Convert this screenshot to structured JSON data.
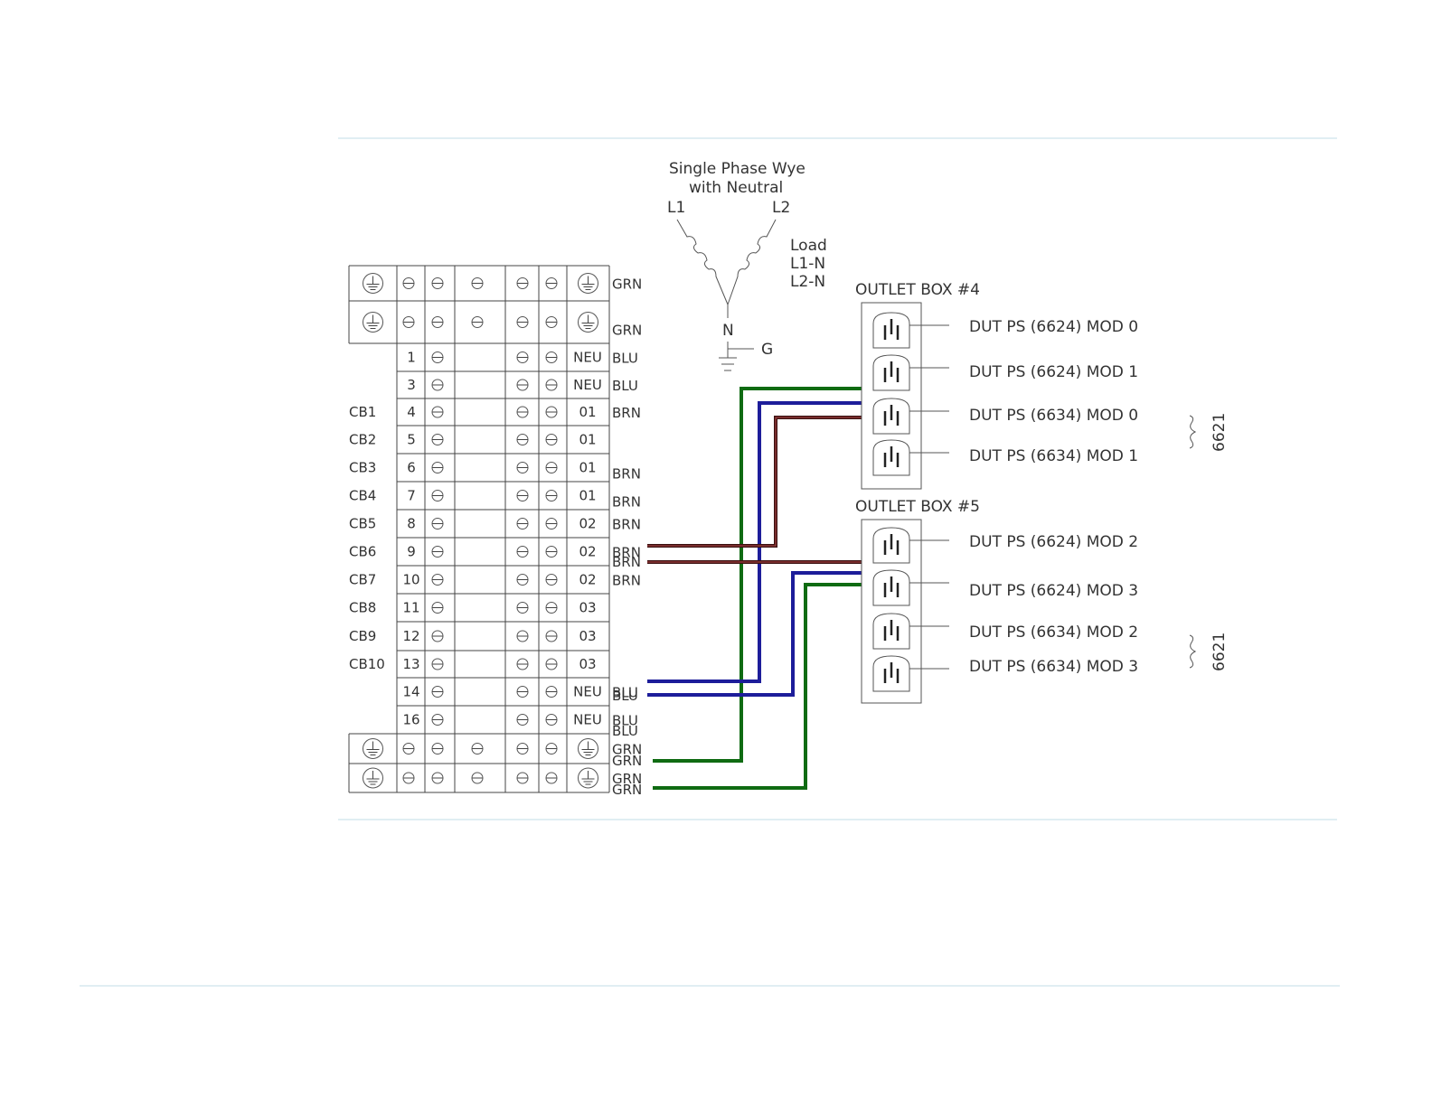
{
  "colors": {
    "wire_green": "#0f6b12",
    "wire_blue": "#1d1d9a",
    "wire_brown": "#3a1010",
    "wire_brown_inner": "#b54a4a",
    "line": "#444444",
    "rule": "#cde3ec"
  },
  "wye": {
    "title_line1": "Single Phase Wye",
    "title_line2": "with Neutral",
    "l1": "L1",
    "l2": "L2",
    "n": "N",
    "g": "G",
    "load_label": "Load",
    "load_l1n": "L1-N",
    "load_l2n": "L2-N"
  },
  "terminal_block": {
    "rows": [
      {
        "cb": "",
        "num": "",
        "last": "ground",
        "wire": "GRN",
        "type": "ground"
      },
      {
        "cb": "",
        "num": "",
        "last": "ground",
        "wire": "GRN",
        "type": "ground"
      },
      {
        "cb": "",
        "num": "1",
        "last": "NEU",
        "wire": "BLU",
        "type": "numbered"
      },
      {
        "cb": "",
        "num": "3",
        "last": "NEU",
        "wire": "BLU",
        "type": "numbered"
      },
      {
        "cb": "CB1",
        "num": "4",
        "last": "01",
        "wire": "BRN",
        "type": "numbered"
      },
      {
        "cb": "CB2",
        "num": "5",
        "last": "01",
        "wire": "",
        "type": "numbered"
      },
      {
        "cb": "CB3",
        "num": "6",
        "last": "01",
        "wire": "BRN",
        "type": "numbered"
      },
      {
        "cb": "CB4",
        "num": "7",
        "last": "01",
        "wire": "BRN",
        "type": "numbered"
      },
      {
        "cb": "CB5",
        "num": "8",
        "last": "02",
        "wire": "BRN",
        "type": "numbered"
      },
      {
        "cb": "CB6",
        "num": "9",
        "last": "02",
        "wire": "BRN",
        "type": "numbered"
      },
      {
        "cb": "CB7",
        "num": "10",
        "last": "02",
        "wire": "BRN",
        "type": "numbered"
      },
      {
        "cb": "CB8",
        "num": "11",
        "last": "03",
        "wire": "",
        "type": "numbered"
      },
      {
        "cb": "CB9",
        "num": "12",
        "last": "03",
        "wire": "",
        "type": "numbered"
      },
      {
        "cb": "CB10",
        "num": "13",
        "last": "03",
        "wire": "",
        "type": "numbered"
      },
      {
        "cb": "",
        "num": "14",
        "last": "NEU",
        "wire": "BLU",
        "type": "numbered"
      },
      {
        "cb": "",
        "num": "16",
        "last": "NEU",
        "wire": "BLU",
        "type": "numbered"
      },
      {
        "cb": "",
        "num": "",
        "last": "ground",
        "wire": "GRN",
        "type": "ground"
      },
      {
        "cb": "",
        "num": "",
        "last": "ground",
        "wire": "GRN",
        "type": "ground"
      }
    ],
    "extra_wire_labels": [
      "BRN",
      "BLU",
      "BLU",
      "GRN",
      "GRN"
    ]
  },
  "outlet_box_4": {
    "title": "OUTLET BOX #4",
    "outlets": [
      "DUT PS (6624) MOD 0",
      "DUT PS (6624) MOD 1",
      "DUT PS (6634) MOD 0",
      "DUT PS  (6634) MOD 1"
    ],
    "group_label": "6621"
  },
  "outlet_box_5": {
    "title": "OUTLET BOX #5",
    "outlets": [
      "DUT PS (6624) MOD 2",
      "DUT PS (6624) MOD 3",
      "DUT PS (6634) MOD 2",
      "DUT PS (6634) MOD 3"
    ],
    "group_label": "6621"
  }
}
